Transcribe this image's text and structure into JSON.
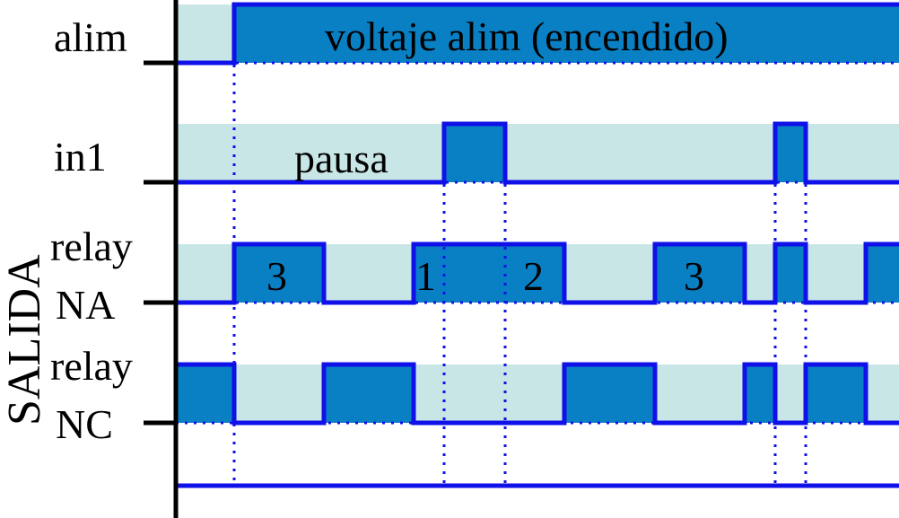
{
  "labels": {
    "alim": "alim",
    "in1": "in1",
    "relay_na_1": "relay",
    "relay_na_2": "NA",
    "relay_nc_1": "relay",
    "relay_nc_2": "NC",
    "salida": "SALIDA"
  },
  "annotations": {
    "alim_text": "voltaje alim (encendido)",
    "pausa": "pausa",
    "segments": [
      "3",
      "1",
      "2",
      "3"
    ]
  },
  "colors": {
    "signal_fill": "#0a80c4",
    "band": "#c8e6e6",
    "line": "#1010e8",
    "axis": "#000000"
  }
}
